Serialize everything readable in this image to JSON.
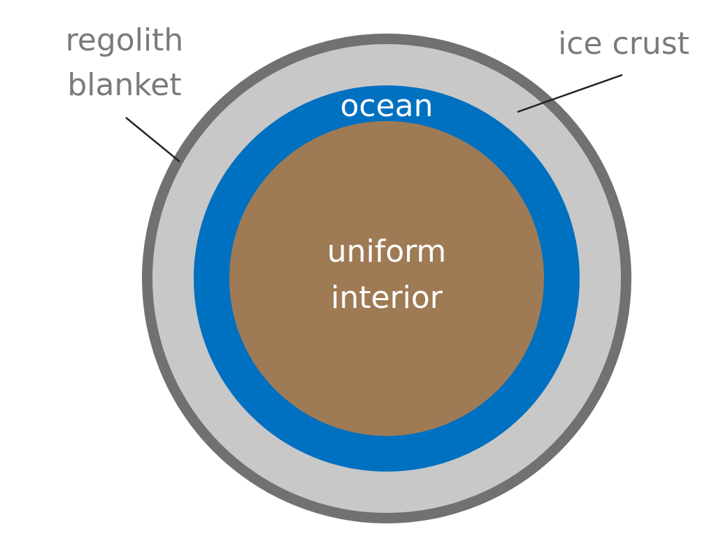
{
  "diagram": {
    "layers": {
      "regolith": {
        "label_line1": "regolith",
        "label_line2": "blanket",
        "color": "#717171"
      },
      "ice_crust": {
        "label": "ice crust",
        "color": "#c8c8c8"
      },
      "ocean": {
        "label": "ocean",
        "color": "#0070c0"
      },
      "interior": {
        "label_line1": "uniform",
        "label_line2": "interior",
        "color": "#9e7b55"
      }
    },
    "label_text_color": "#7a7a7a",
    "leader_line_color": "#222222"
  }
}
